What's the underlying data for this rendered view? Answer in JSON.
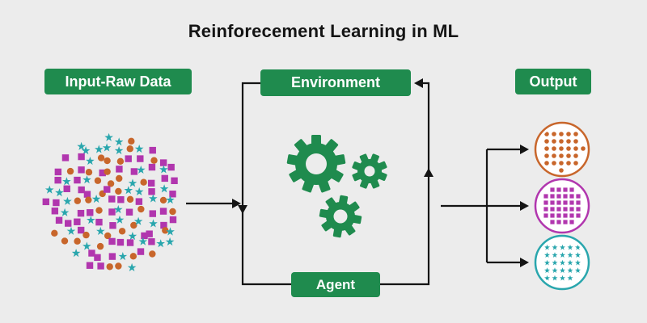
{
  "title": "Reinforecement Learning in ML",
  "labels": {
    "input": "Input-Raw Data",
    "environment": "Environment",
    "agent": "Agent",
    "output": "Output"
  },
  "colors": {
    "background": "#ececec",
    "green": "#1f8b4e",
    "label_text": "#ffffff",
    "text": "#141414",
    "arrow": "#141414",
    "orange": "#c8662b",
    "magenta": "#b136ae",
    "teal": "#29a6ad",
    "circle_fill": "#ffffff"
  },
  "cluster_shapes": [
    {
      "type": "square",
      "color_key": "magenta"
    },
    {
      "type": "circle",
      "color_key": "orange"
    },
    {
      "type": "star",
      "color_key": "teal"
    }
  ],
  "output_circles": [
    {
      "name": "dots",
      "shape": "circle",
      "color_key": "orange"
    },
    {
      "name": "squares",
      "shape": "square",
      "color_key": "magenta"
    },
    {
      "name": "stars",
      "shape": "star",
      "color_key": "teal"
    }
  ]
}
